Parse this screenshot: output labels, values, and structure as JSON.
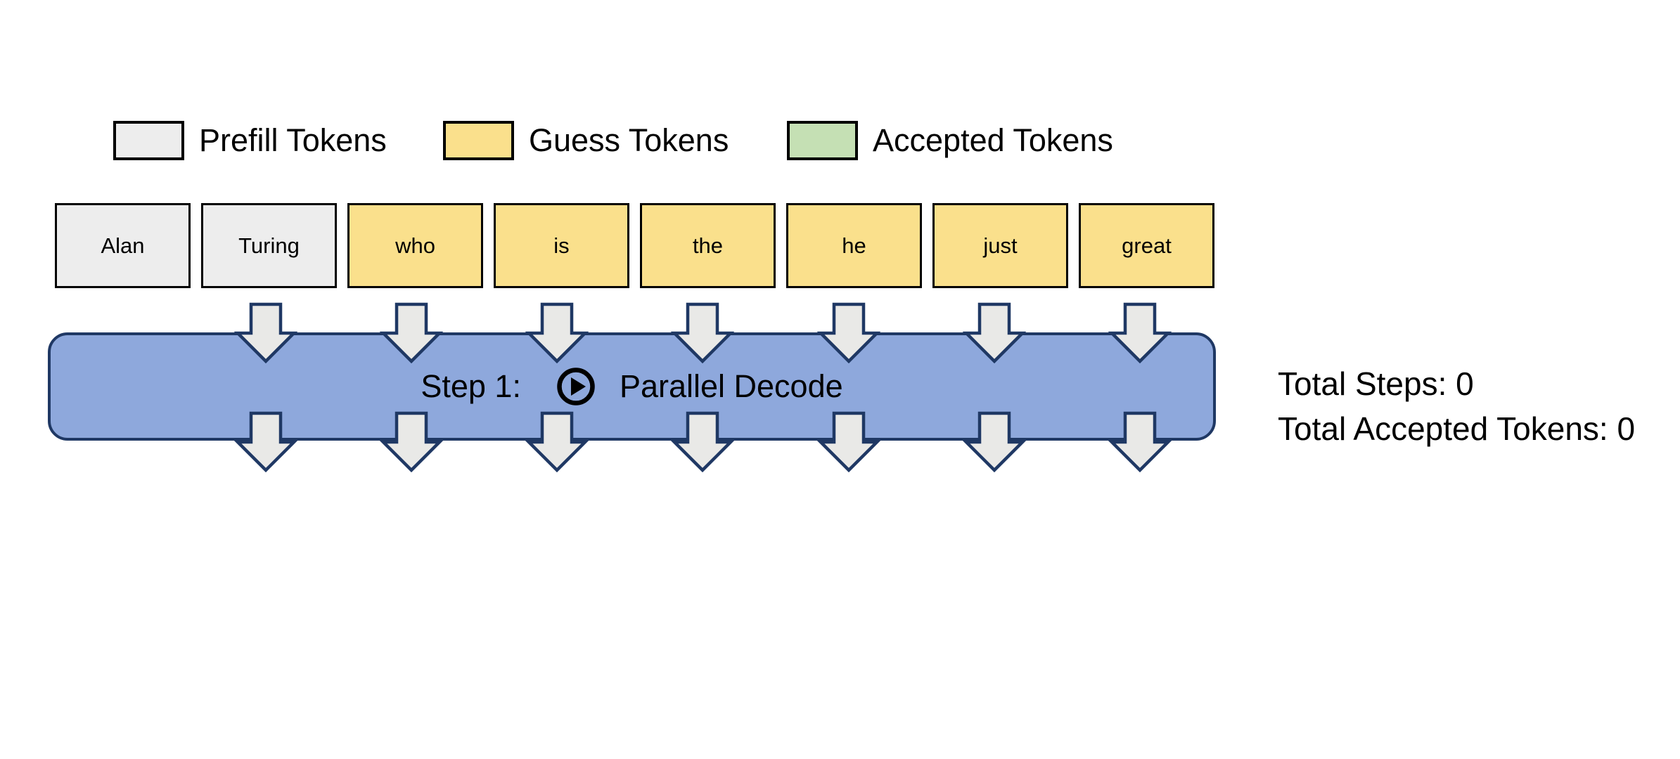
{
  "legend": {
    "items": [
      {
        "label": "Prefill Tokens",
        "color": "#EDEDED"
      },
      {
        "label": "Guess Tokens",
        "color": "#FAE08C"
      },
      {
        "label": "Accepted Tokens",
        "color": "#C5E0B4"
      }
    ]
  },
  "token_colors": {
    "prefill": "#EDEDED",
    "guess": "#FAE08C",
    "accepted": "#C5E0B4"
  },
  "tokens": [
    {
      "text": "Alan",
      "type": "prefill"
    },
    {
      "text": "Turing",
      "type": "prefill"
    },
    {
      "text": "who",
      "type": "guess"
    },
    {
      "text": "is",
      "type": "guess"
    },
    {
      "text": "the",
      "type": "guess"
    },
    {
      "text": "he",
      "type": "guess"
    },
    {
      "text": "just",
      "type": "guess"
    },
    {
      "text": "great",
      "type": "guess"
    }
  ],
  "decode_bar": {
    "step_label": "Step 1:",
    "icon": "play-icon",
    "action_label": "Parallel Decode",
    "fill_color": "#8EA8DC",
    "border_color": "#1F3864"
  },
  "arrows": {
    "count_in": 7,
    "count_out": 7,
    "fill": "#E9E9E7",
    "stroke": "#1F3864"
  },
  "stats": {
    "total_steps_line": "Total Steps: 0",
    "total_accepted_line": "Total Accepted Tokens: 0"
  }
}
